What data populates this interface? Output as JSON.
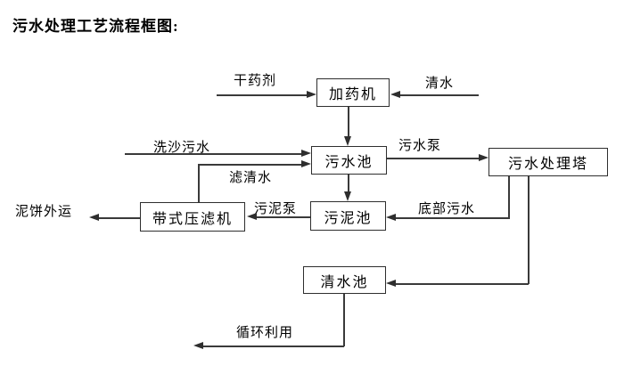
{
  "title": "污水处理工艺流程框图:",
  "diagram": {
    "type": "flowchart",
    "nodes": {
      "dosing_machine": "加药机",
      "sewage_pool": "污水池",
      "treatment_tower": "污水处理塔",
      "sludge_pool": "污泥池",
      "belt_filter_press": "带式压滤机",
      "clean_water_pool": "清水池"
    },
    "edge_labels": {
      "dry_chemical": "干药剂",
      "clean_water": "清水",
      "sand_washing_sewage": "洗沙污水",
      "sewage_pump": "污水泵",
      "filtered_water": "滤清水",
      "mud_cake_out": "泥饼外运",
      "sludge_pump": "污泥泵",
      "bottom_sewage": "底部污水",
      "recycle": "循环利用"
    },
    "edges": [
      {
        "from": "干药剂",
        "to": "加药机"
      },
      {
        "from": "清水",
        "to": "加药机"
      },
      {
        "from": "加药机",
        "to": "污水池"
      },
      {
        "from": "洗沙污水",
        "to": "污水池"
      },
      {
        "from": "带式压滤机",
        "to": "污水池",
        "label": "滤清水"
      },
      {
        "from": "污水池",
        "to": "污水处理塔",
        "label": "污水泵"
      },
      {
        "from": "污水池",
        "to": "污泥池"
      },
      {
        "from": "污水处理塔",
        "to": "污泥池",
        "label": "底部污水"
      },
      {
        "from": "污泥池",
        "to": "带式压滤机",
        "label": "污泥泵"
      },
      {
        "from": "带式压滤机",
        "to": "泥饼外运"
      },
      {
        "from": "污水处理塔",
        "to": "清水池"
      },
      {
        "from": "清水池",
        "to": "循环利用"
      }
    ],
    "line_color": "#2e2e2e",
    "background": "#ffffff"
  }
}
